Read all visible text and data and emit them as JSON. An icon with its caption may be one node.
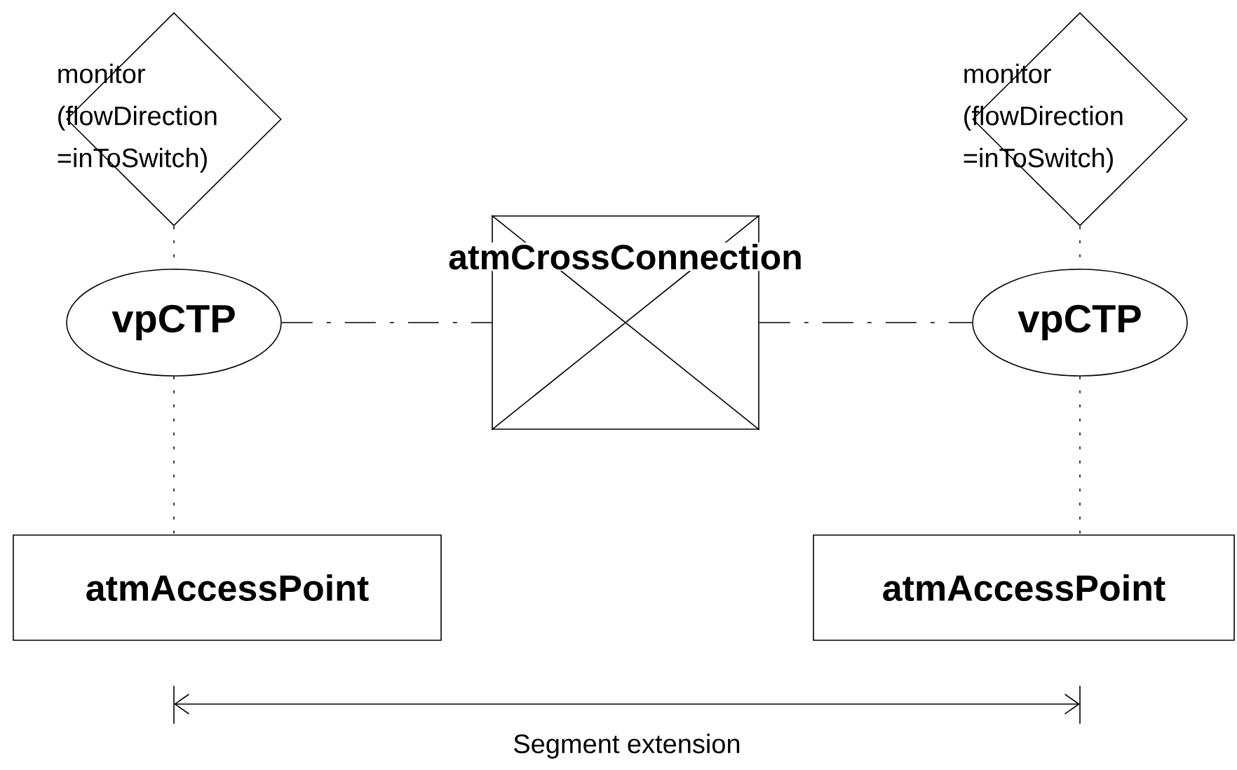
{
  "diagram": {
    "nodes": [
      {
        "text": [
          "monitor (flowDirection =inToSwitch)"
        ]
      },
      {
        "text": [
          "monitor (flowDirection =inToSwitch)"
        ]
      },
      {
        "text": [
          "atmCrossConnection"
        ]
      },
      {
        "text": [
          "vpCTP"
        ]
      },
      {
        "text": [
          "vpCTP"
        ]
      },
      {
        "text": [
          "atmAccessPoint"
        ]
      },
      {
        "text": [
          "atmAccessPoint"
        ]
      }
    ],
    "edges": [
      {
        "from": 0,
        "to": 3,
        "arrow": "none"
      },
      {
        "from": 3,
        "to": 2,
        "arrow": "none",
        "style": "dashed"
      },
      {
        "from": 2,
        "to": 4,
        "arrow": "none",
        "style": "dashed"
      },
      {
        "from": 1,
        "to": 4,
        "arrow": "none"
      },
      {
        "from": 3,
        "to": 5,
        "arrow": "none"
      },
      {
        "from": 4,
        "to": 6,
        "arrow": "none"
      }
    ],
    "labels": [
      "Segment extension"
    ]
  }
}
